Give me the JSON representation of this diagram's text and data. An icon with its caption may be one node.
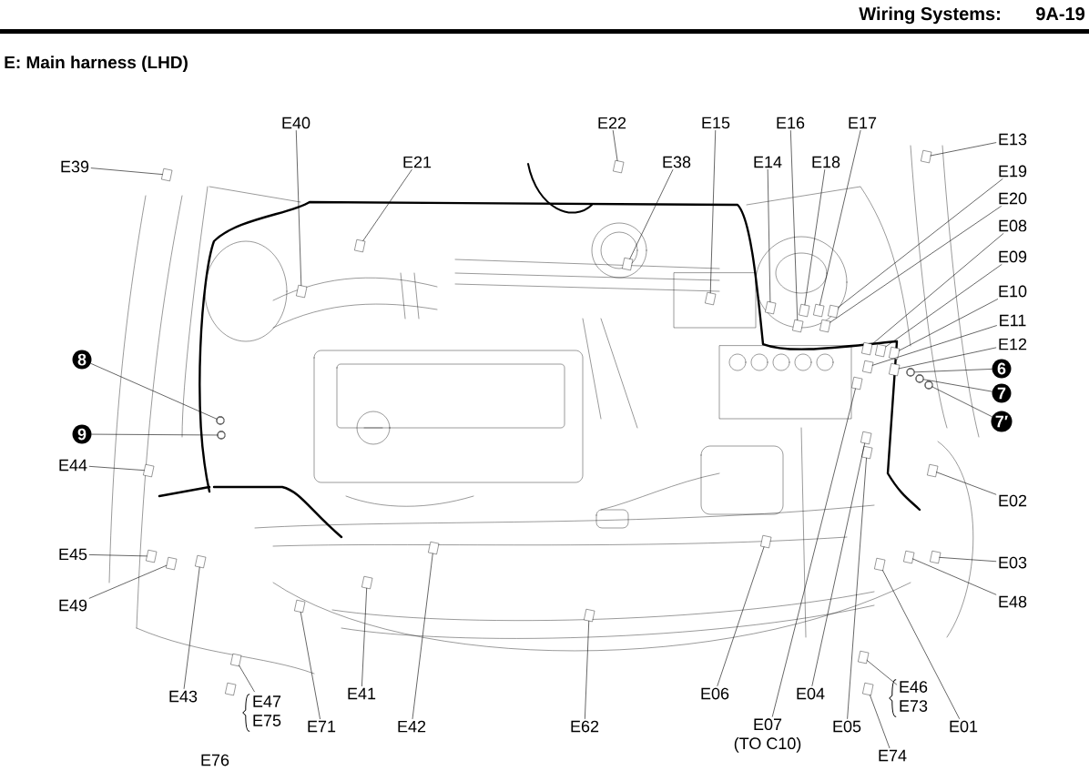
{
  "diagram": {
    "title": "E: Main harness (LHD)",
    "nodes": [
      {
        "text": [
          "E39"
        ]
      },
      {
        "text": [],
        "shape": "box"
      },
      {
        "text": [
          "E40"
        ]
      },
      {
        "text": [],
        "shape": "box"
      },
      {
        "text": [
          "E21"
        ]
      },
      {
        "text": [],
        "shape": "box"
      },
      {
        "text": [
          "E22"
        ]
      },
      {
        "text": [],
        "shape": "box"
      },
      {
        "text": [
          "E38"
        ]
      },
      {
        "text": [],
        "shape": "box"
      },
      {
        "text": [
          "E15"
        ]
      },
      {
        "text": [],
        "shape": "box"
      },
      {
        "text": [
          "E16"
        ]
      },
      {
        "text": [],
        "shape": "box"
      },
      {
        "text": [
          "E17"
        ]
      },
      {
        "text": [],
        "shape": "box"
      },
      {
        "text": [
          "E13"
        ]
      },
      {
        "text": [],
        "shape": "box"
      },
      {
        "text": [
          "E14"
        ]
      },
      {
        "text": [],
        "shape": "box"
      },
      {
        "text": [
          "E18"
        ]
      },
      {
        "text": [],
        "shape": "box"
      },
      {
        "text": [
          "E19"
        ]
      },
      {
        "text": [],
        "shape": "box"
      },
      {
        "text": [
          "E20"
        ]
      },
      {
        "text": [],
        "shape": "box"
      },
      {
        "text": [
          "E08"
        ]
      },
      {
        "text": [],
        "shape": "box"
      },
      {
        "text": [
          "E09"
        ]
      },
      {
        "text": [],
        "shape": "box"
      },
      {
        "text": [
          "E10"
        ]
      },
      {
        "text": [],
        "shape": "box"
      },
      {
        "text": [
          "E11"
        ]
      },
      {
        "text": [],
        "shape": "box"
      },
      {
        "text": [
          "E12"
        ]
      },
      {
        "text": [],
        "shape": "box"
      },
      {
        "text": [
          "6"
        ]
      },
      {
        "text": [],
        "shape": "circle"
      },
      {
        "text": [
          "7"
        ]
      },
      {
        "text": [],
        "shape": "circle"
      },
      {
        "text": [
          "7′"
        ]
      },
      {
        "text": [],
        "shape": "circle"
      },
      {
        "text": [
          "8"
        ]
      },
      {
        "text": [],
        "shape": "circle"
      },
      {
        "text": [
          "9"
        ]
      },
      {
        "text": [],
        "shape": "circle"
      },
      {
        "text": [
          "E44"
        ]
      },
      {
        "text": [],
        "shape": "box"
      },
      {
        "text": [
          "E02"
        ]
      },
      {
        "text": [],
        "shape": "box"
      },
      {
        "text": [
          "E45"
        ]
      },
      {
        "text": [],
        "shape": "box"
      },
      {
        "text": [
          "E49"
        ]
      },
      {
        "text": [],
        "shape": "box"
      },
      {
        "text": [
          "E43"
        ]
      },
      {
        "text": [],
        "shape": "box"
      },
      {
        "text": [
          "E03"
        ]
      },
      {
        "text": [],
        "shape": "box"
      },
      {
        "text": [
          "E48"
        ]
      },
      {
        "text": [],
        "shape": "box"
      },
      {
        "text": [
          "E71"
        ]
      },
      {
        "text": [],
        "shape": "box"
      },
      {
        "text": [
          "E41"
        ]
      },
      {
        "text": [],
        "shape": "box"
      },
      {
        "text": [
          "E42"
        ]
      },
      {
        "text": [],
        "shape": "box"
      },
      {
        "text": [
          "E62"
        ]
      },
      {
        "text": [],
        "shape": "box"
      },
      {
        "text": [
          "E06"
        ]
      },
      {
        "text": [],
        "shape": "box"
      },
      {
        "text": [
          "E07"
        ],
        "beside": [
          "(TO C10)"
        ]
      },
      {
        "text": [],
        "shape": "box"
      },
      {
        "text": [
          "E04"
        ]
      },
      {
        "text": [],
        "shape": "box"
      },
      {
        "text": [
          "E05"
        ]
      },
      {
        "text": [],
        "shape": "box"
      },
      {
        "text": [
          "E46",
          "E73"
        ]
      },
      {
        "text": [],
        "shape": "box"
      },
      {
        "text": [
          "E01"
        ]
      },
      {
        "text": [],
        "shape": "box"
      },
      {
        "text": [
          "E47",
          "E75"
        ]
      },
      {
        "text": [],
        "shape": "box"
      },
      {
        "text": [
          "E74"
        ]
      },
      {
        "text": [],
        "shape": "box"
      },
      {
        "text": [
          "E76"
        ]
      },
      {
        "text": [],
        "shape": "box"
      }
    ],
    "edges": [
      {
        "from": 0,
        "to": 1,
        "arrow": "none"
      },
      {
        "from": 2,
        "to": 3,
        "arrow": "none"
      },
      {
        "from": 4,
        "to": 5,
        "arrow": "none"
      },
      {
        "from": 6,
        "to": 7,
        "arrow": "none"
      },
      {
        "from": 8,
        "to": 9,
        "arrow": "none"
      },
      {
        "from": 10,
        "to": 11,
        "arrow": "none"
      },
      {
        "from": 12,
        "to": 13,
        "arrow": "none"
      },
      {
        "from": 14,
        "to": 15,
        "arrow": "none"
      },
      {
        "from": 16,
        "to": 17,
        "arrow": "none"
      },
      {
        "from": 18,
        "to": 19,
        "arrow": "none"
      },
      {
        "from": 20,
        "to": 21,
        "arrow": "none"
      },
      {
        "from": 22,
        "to": 23,
        "arrow": "none"
      },
      {
        "from": 24,
        "to": 25,
        "arrow": "none"
      },
      {
        "from": 26,
        "to": 27,
        "arrow": "none"
      },
      {
        "from": 28,
        "to": 29,
        "arrow": "none"
      },
      {
        "from": 30,
        "to": 31,
        "arrow": "none"
      },
      {
        "from": 32,
        "to": 33,
        "arrow": "none"
      },
      {
        "from": 34,
        "to": 35,
        "arrow": "none"
      },
      {
        "from": 36,
        "to": 37,
        "arrow": "none"
      },
      {
        "from": 38,
        "to": 39,
        "arrow": "none"
      },
      {
        "from": 40,
        "to": 41,
        "arrow": "none"
      },
      {
        "from": 42,
        "to": 43,
        "arrow": "none"
      },
      {
        "from": 44,
        "to": 45,
        "arrow": "none"
      },
      {
        "from": 46,
        "to": 47,
        "arrow": "none"
      },
      {
        "from": 48,
        "to": 49,
        "arrow": "none"
      },
      {
        "from": 50,
        "to": 51,
        "arrow": "none"
      },
      {
        "from": 52,
        "to": 53,
        "arrow": "none"
      },
      {
        "from": 54,
        "to": 55,
        "arrow": "none"
      },
      {
        "from": 56,
        "to": 57,
        "arrow": "none"
      },
      {
        "from": 58,
        "to": 59,
        "arrow": "none"
      },
      {
        "from": 60,
        "to": 61,
        "arrow": "none"
      },
      {
        "from": 62,
        "to": 63,
        "arrow": "none"
      },
      {
        "from": 64,
        "to": 65,
        "arrow": "none"
      },
      {
        "from": 66,
        "to": 67,
        "arrow": "none"
      },
      {
        "from": 68,
        "to": 69,
        "arrow": "none"
      },
      {
        "from": 70,
        "to": 71,
        "arrow": "none"
      },
      {
        "from": 72,
        "to": 73,
        "arrow": "none"
      },
      {
        "from": 74,
        "to": 75,
        "arrow": "none"
      },
      {
        "from": 76,
        "to": 77,
        "arrow": "none"
      },
      {
        "from": 78,
        "to": 79,
        "arrow": "none"
      },
      {
        "from": 80,
        "to": 81,
        "arrow": "none"
      },
      {
        "from": 82,
        "to": 83,
        "arrow": "none"
      }
    ],
    "labels": [
      "Wiring Systems:",
      "9A-19"
    ]
  }
}
